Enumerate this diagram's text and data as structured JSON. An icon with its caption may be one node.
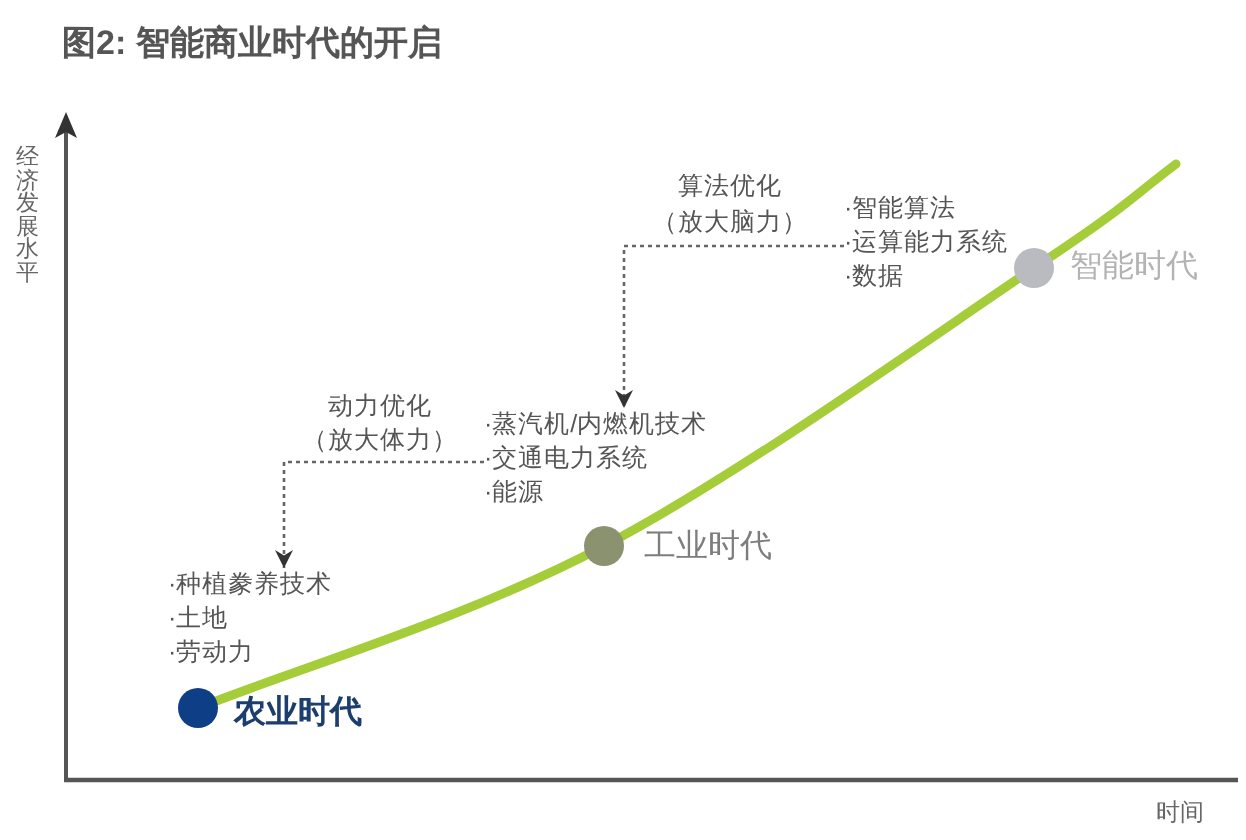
{
  "diagram": {
    "title": "图2: 智能商业时代的开启",
    "nodes": [
      {
        "text": [
          "·种植豢养技术",
          "·土地",
          "·劳动力"
        ]
      },
      {
        "text": [
          "·蒸汽机/内燃机技术",
          "·交通电力系统",
          "·能源"
        ]
      },
      {
        "text": [
          "·智能算法",
          "·运算能力系统",
          "·数据"
        ]
      },
      {
        "text": [],
        "shape": "circle",
        "beside": [
          "农业时代"
        ]
      },
      {
        "text": [],
        "shape": "circle",
        "beside": [
          "工业时代"
        ]
      },
      {
        "text": [],
        "shape": "circle",
        "beside": [
          "智能时代"
        ]
      }
    ],
    "edges": [
      {
        "from": 1,
        "to": 0,
        "arrow": "to",
        "style": "dashed",
        "label": "动力优化（放大体力）"
      },
      {
        "from": 2,
        "to": 1,
        "arrow": "to",
        "style": "dashed",
        "label": "算法优化（放大脑力）"
      }
    ],
    "labels": [
      "经济发展水平",
      "时间"
    ]
  }
}
